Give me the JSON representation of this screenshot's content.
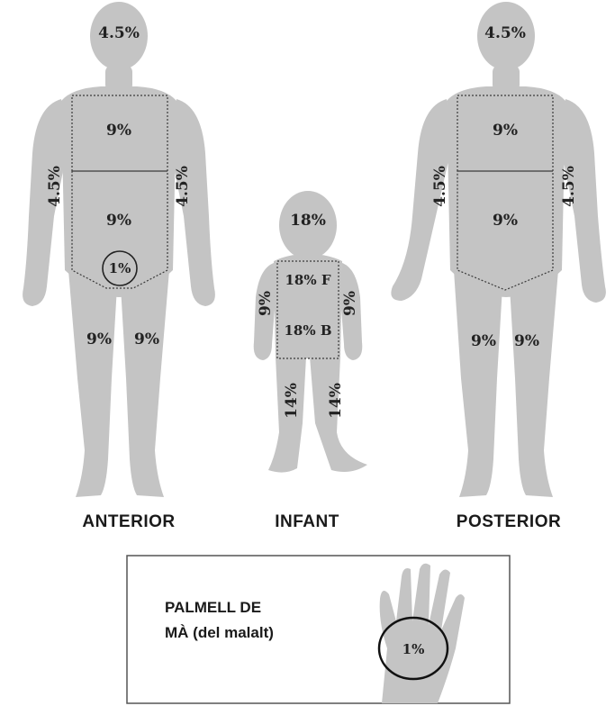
{
  "figures": {
    "anterior": {
      "caption": "ANTERIOR",
      "head": "4.5%",
      "chest": "9%",
      "abdomen": "9%",
      "genitals": "1%",
      "left_arm": "4.5%",
      "right_arm": "4.5%",
      "left_leg": "9%",
      "right_leg": "9%"
    },
    "infant": {
      "caption": "INFANT",
      "head": "18%",
      "trunk_front": "18% F",
      "trunk_back": "18% B",
      "left_arm": "9%",
      "right_arm": "9%",
      "left_leg": "14%",
      "right_leg": "14%"
    },
    "posterior": {
      "caption": "POSTERIOR",
      "head": "4.5%",
      "upper_back": "9%",
      "lower_back": "9%",
      "left_arm": "4.5%",
      "right_arm": "4.5%",
      "left_leg": "9%",
      "right_leg": "9%"
    }
  },
  "palm_box": {
    "title_line1": "PALMELL DE",
    "title_line2": "MÀ (del malalt)",
    "value": "1%"
  },
  "colors": {
    "body_fill": "#c4c4c4",
    "dotted_line": "#3a3a3a",
    "text": "#222222"
  }
}
